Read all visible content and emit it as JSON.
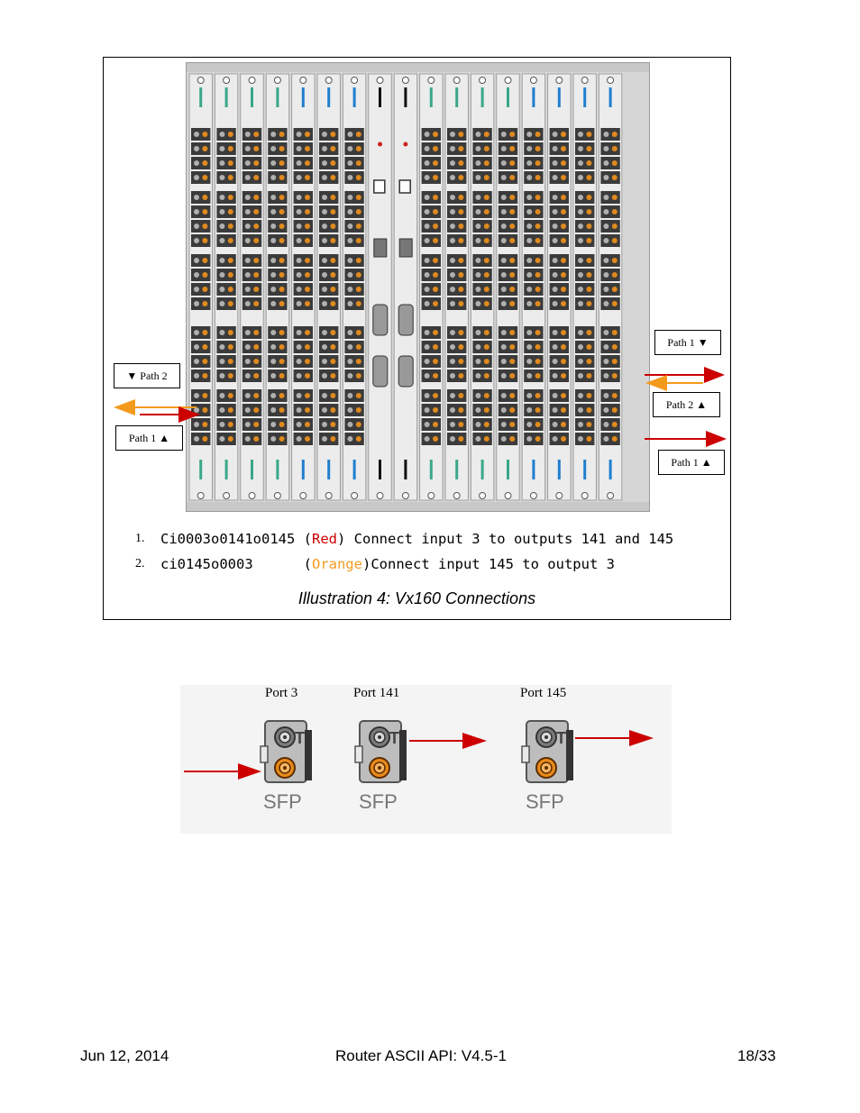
{
  "figure": {
    "callouts": [
      {
        "text": "Path 1 ▼"
      },
      {
        "text": "▼ Path 2"
      },
      {
        "text": "Path 2 ▲"
      },
      {
        "text": "Path 1 ▲"
      },
      {
        "text": "Path 1 ▲"
      }
    ],
    "colors": {
      "red_path": "#cc0000",
      "orange_path": "#f39a1c"
    }
  },
  "commands": [
    {
      "num": "1.",
      "code": "Ci0003o0141o0145 ",
      "paren_open": "(",
      "color_word": "Red",
      "paren_close": ")",
      "desc": " Connect input 3 to outputs 141 and 145"
    },
    {
      "num": "2.",
      "code": "ci0145o0003      ",
      "paren_open": "(",
      "color_word": "Orange",
      "paren_close": ")",
      "desc": "Connect input 145 to output 3"
    }
  ],
  "caption": "Illustration 4: Vx160 Connections",
  "sfp": {
    "ports": [
      {
        "label": "Port 3",
        "module_text": "SFP",
        "t": "T"
      },
      {
        "label": "Port 141",
        "module_text": "SFP",
        "t": "T"
      },
      {
        "label": "Port 145",
        "module_text": "SFP",
        "t": "T"
      }
    ]
  },
  "footer": {
    "date": "Jun 12, 2014",
    "title": "Router ASCII API: V4.5-1",
    "page": "18/33"
  }
}
